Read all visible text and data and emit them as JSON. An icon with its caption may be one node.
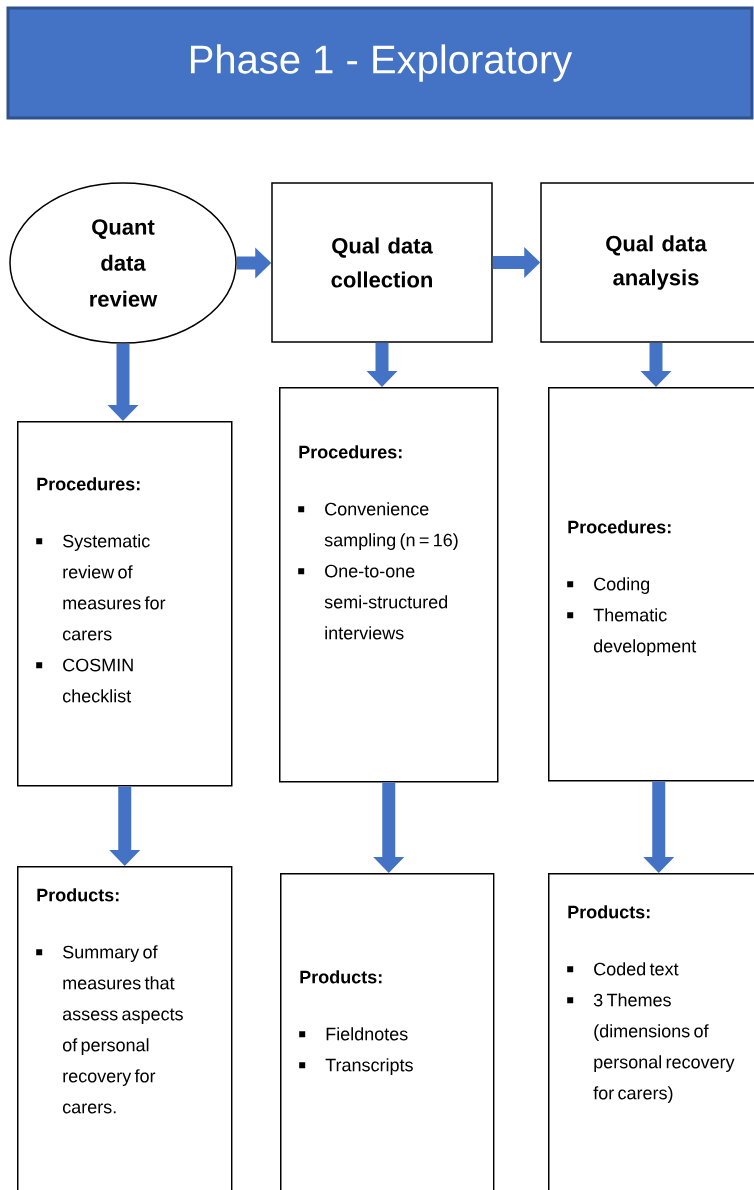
{
  "diagram": {
    "nodes": [
      {
        "text": [
          "Phase 1 - Exploratory"
        ]
      },
      {
        "text": [
          "Quant data review"
        ]
      },
      {
        "text": [
          "Qual data collection"
        ]
      },
      {
        "text": [
          "Qual data analysis"
        ]
      },
      {
        "text": [
          "Procedures:",
          "Systematic review of measures for carers",
          "COSMIN checklist"
        ]
      },
      {
        "text": [
          "Procedures:",
          "Convenience sampling (n = 16)",
          "One-to-one semi-structured interviews"
        ]
      },
      {
        "text": [
          "Procedures:",
          "Coding",
          "Thematic development"
        ]
      },
      {
        "text": [
          "Products:",
          "Summary of measures that assess aspects of personal recovery for carers."
        ]
      },
      {
        "text": [
          "Products:",
          "Fieldnotes",
          "Transcripts"
        ]
      },
      {
        "text": [
          "Products:",
          "Coded text",
          "3 Themes (dimensions of personal recovery for carers)"
        ]
      }
    ],
    "edges": [
      {
        "from": 1,
        "to": 2,
        "arrow": "to"
      },
      {
        "from": 2,
        "to": 3,
        "arrow": "to"
      },
      {
        "from": 1,
        "to": 4,
        "arrow": "to"
      },
      {
        "from": 2,
        "to": 5,
        "arrow": "to"
      },
      {
        "from": 3,
        "to": 6,
        "arrow": "to"
      },
      {
        "from": 4,
        "to": 7,
        "arrow": "to"
      },
      {
        "from": 5,
        "to": 8,
        "arrow": "to"
      },
      {
        "from": 6,
        "to": 9,
        "arrow": "to"
      }
    ]
  }
}
